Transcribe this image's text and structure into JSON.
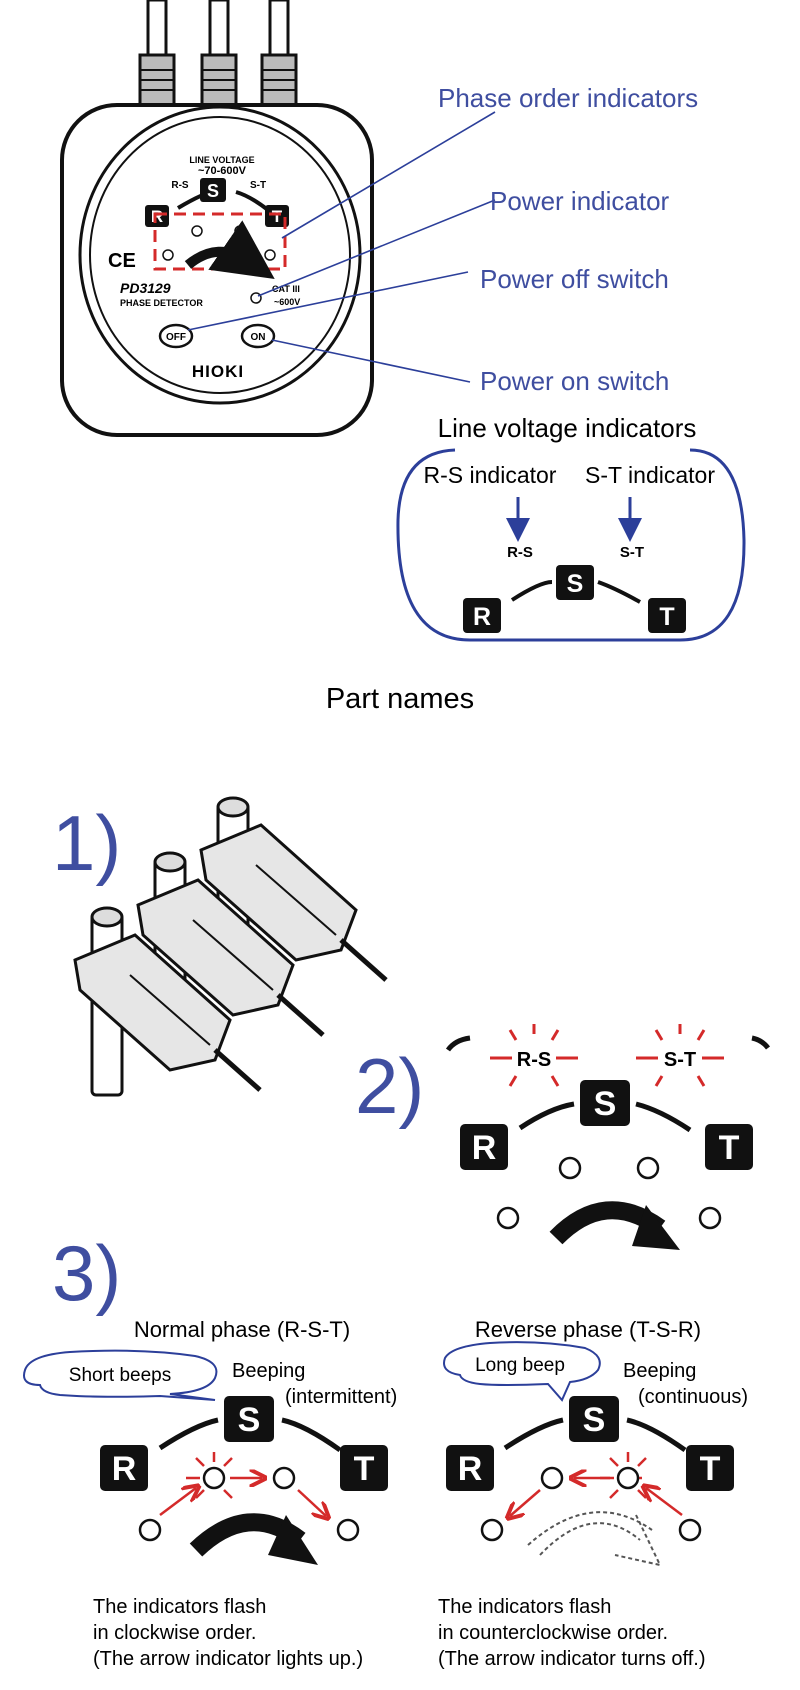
{
  "callouts": {
    "phase_order": "Phase order indicators",
    "power_indicator": "Power indicator",
    "power_off": "Power off switch",
    "power_on": "Power on switch"
  },
  "device": {
    "line_voltage_label": "LINE VOLTAGE",
    "voltage_range": "~70-600V",
    "rs": "R-S",
    "st": "S-T",
    "r": "R",
    "s": "S",
    "t": "T",
    "model": "PD3129",
    "product": "PHASE DETECTOR",
    "ce": "CE",
    "cat": "CAT III",
    "cat_voltage": "~600V",
    "off": "OFF",
    "on": "ON",
    "brand": "HIOKI"
  },
  "line_voltage": {
    "title": "Line voltage indicators",
    "rs_caption": "R-S indicator",
    "st_caption": "S-T indicator",
    "rs": "R-S",
    "st": "S-T",
    "r": "R",
    "s": "S",
    "t": "T"
  },
  "part_names": "Part names",
  "steps": {
    "step1": "1)",
    "step2": "2)",
    "step3": "3)"
  },
  "step2_panel": {
    "rs": "R-S",
    "st": "S-T",
    "r": "R",
    "s": "S",
    "t": "T"
  },
  "normal": {
    "title": "Normal phase (R-S-T)",
    "bubble": "Short beeps",
    "beep": "Beeping",
    "beep_mode": "(intermittent)",
    "desc1": "The indicators flash",
    "desc2": "in clockwise order.",
    "desc3": "(The arrow indicator lights up.)",
    "r": "R",
    "s": "S",
    "t": "T"
  },
  "reverse": {
    "title": "Reverse phase (T-S-R)",
    "bubble": "Long beep",
    "beep": "Beeping",
    "beep_mode": "(continuous)",
    "desc1": "The indicators flash",
    "desc2": "in counterclockwise order.",
    "desc3": "(The arrow indicator turns off.)",
    "r": "R",
    "s": "S",
    "t": "T"
  },
  "colors": {
    "label_blue": "#3f4ea0",
    "alert_red": "#d42a2a",
    "ink": "#111111"
  }
}
